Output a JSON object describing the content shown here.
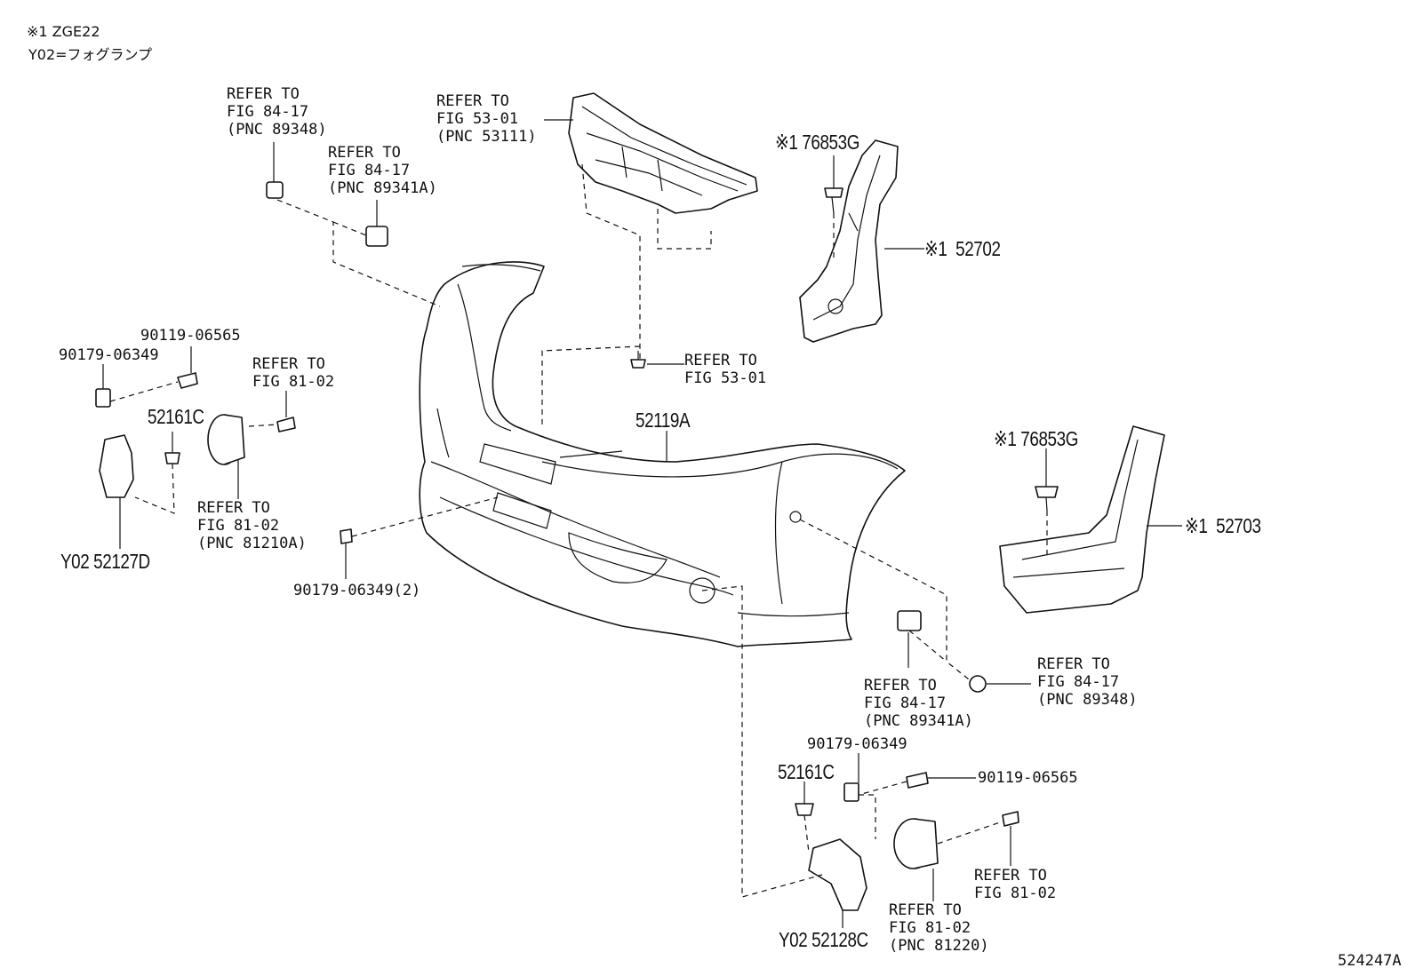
{
  "header": {
    "note1": "※1 ZGE22",
    "note2": "Y02=フォグランプ"
  },
  "labels": {
    "ref_84_17_89348_top": "REFER TO\nFIG 84-17\n(PNC 89348)",
    "ref_84_17_89341a_top": "REFER TO\nFIG 84-17\n(PNC 89341A)",
    "ref_53_01_53111": "REFER TO\nFIG 53-01\n(PNC 53111)",
    "ref_53_01": "REFER TO\nFIG 53-01",
    "ref_81_02_left": "REFER TO\nFIG 81-02",
    "ref_81_02_81210a": "REFER TO\nFIG 81-02\n(PNC 81210A)",
    "ref_84_17_89341a_bottom": "REFER TO\nFIG 84-17\n(PNC 89341A)",
    "ref_84_17_89348_bottom": "REFER TO\nFIG 84-17\n(PNC 89348)",
    "ref_81_02_right": "REFER TO\nFIG 81-02",
    "ref_81_02_81220": "REFER TO\nFIG 81-02\n(PNC 81220)"
  },
  "part_numbers": {
    "p76853g_top": "※1 76853G",
    "p52702": "※1  52702",
    "p76853g_mid": "※1 76853G",
    "p52703": "※1  52703",
    "p52119a": "52119A",
    "p52161c_left": "52161C",
    "p52161c_right": "52161C",
    "p52127d": "Y02 52127D",
    "p52128c": "Y02 52128C",
    "p90119_left": "90119-06565",
    "p90179_left": "90179-06349",
    "p90179_2": "90179-06349(2)",
    "p90179_right": "90179-06349",
    "p90119_right": "90119-06565"
  },
  "footer": {
    "diagram_id": "524247A"
  }
}
